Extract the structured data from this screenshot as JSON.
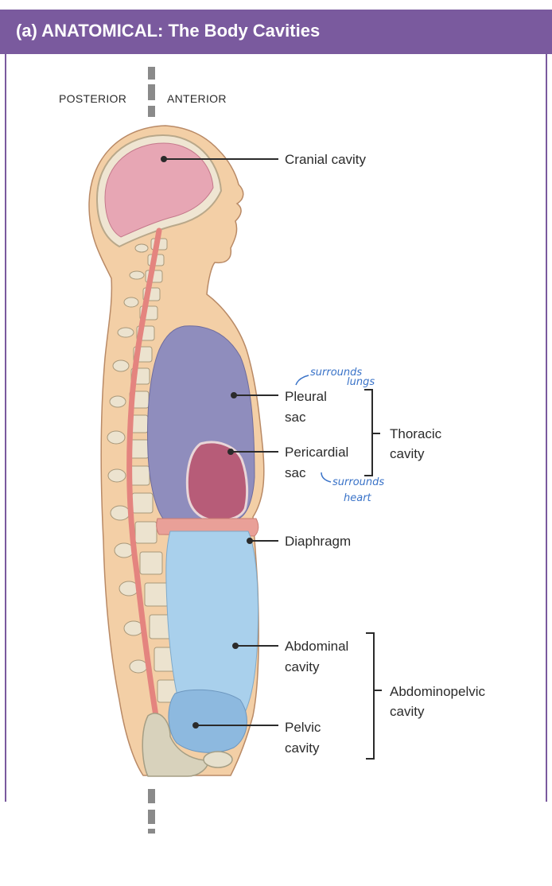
{
  "header": {
    "title": "(a) ANATOMICAL: The Body Cavities"
  },
  "orientation": {
    "posterior": "POSTERIOR",
    "anterior": "ANTERIOR"
  },
  "labels": {
    "cranial": "Cranial cavity",
    "pleural_1": "Pleural",
    "pleural_2": "sac",
    "pericardial_1": "Pericardial",
    "pericardial_2": "sac",
    "thoracic_1": "Thoracic",
    "thoracic_2": "cavity",
    "diaphragm": "Diaphragm",
    "abdominal_1": "Abdominal",
    "abdominal_2": "cavity",
    "pelvic_1": "Pelvic",
    "pelvic_2": "cavity",
    "abdominopelvic_1": "Abdominopelvic",
    "abdominopelvic_2": "cavity"
  },
  "annotations": {
    "lungs_1": "surrounds",
    "lungs_2": "lungs",
    "heart_1": "surrounds",
    "heart_2": "heart"
  },
  "colors": {
    "header": "#7a5a9e",
    "skin": "#f3cfa6",
    "cranial": "#e7a6b4",
    "pleural": "#8f8dbd",
    "pericardial": "#b75c78",
    "abdominal": "#a9d0ec",
    "pelvic": "#8db9df",
    "spinal_cord": "#e4847f",
    "handwriting": "#3a73c8"
  }
}
